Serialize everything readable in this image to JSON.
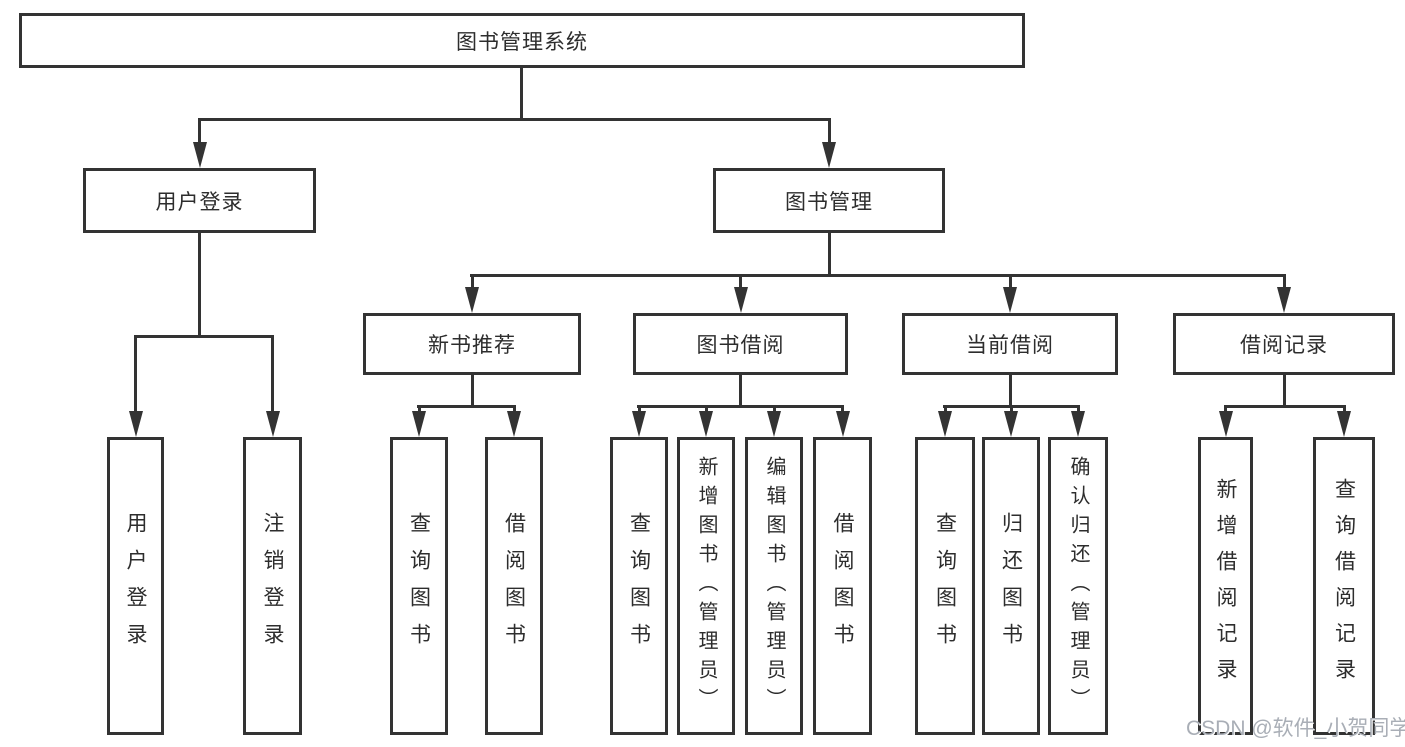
{
  "root": {
    "label": "图书管理系统"
  },
  "branches": [
    {
      "label": "用户登录",
      "children": [
        {
          "label": "用户登录"
        },
        {
          "label": "注销登录"
        }
      ]
    },
    {
      "label": "图书管理",
      "children": [
        {
          "label": "新书推荐",
          "children": [
            {
              "label": "查询图书"
            },
            {
              "label": "借阅图书"
            }
          ]
        },
        {
          "label": "图书借阅",
          "children": [
            {
              "label": "查询图书"
            },
            {
              "label": "新增图书（管理员）"
            },
            {
              "label": "编辑图书（管理员）"
            },
            {
              "label": "借阅图书"
            }
          ]
        },
        {
          "label": "当前借阅",
          "children": [
            {
              "label": "查询图书"
            },
            {
              "label": "归还图书"
            },
            {
              "label": "确认归还（管理员）"
            }
          ]
        },
        {
          "label": "借阅记录",
          "children": [
            {
              "label": "新增借阅记录"
            },
            {
              "label": "查询借阅记录"
            }
          ]
        }
      ]
    }
  ],
  "watermark": {
    "text": "CSDN @软件_小贺同学"
  },
  "colors": {
    "line": "#333333",
    "text": "#2d2d2d",
    "watermark_text": "#a9aeb6",
    "background": "#ffffff"
  }
}
